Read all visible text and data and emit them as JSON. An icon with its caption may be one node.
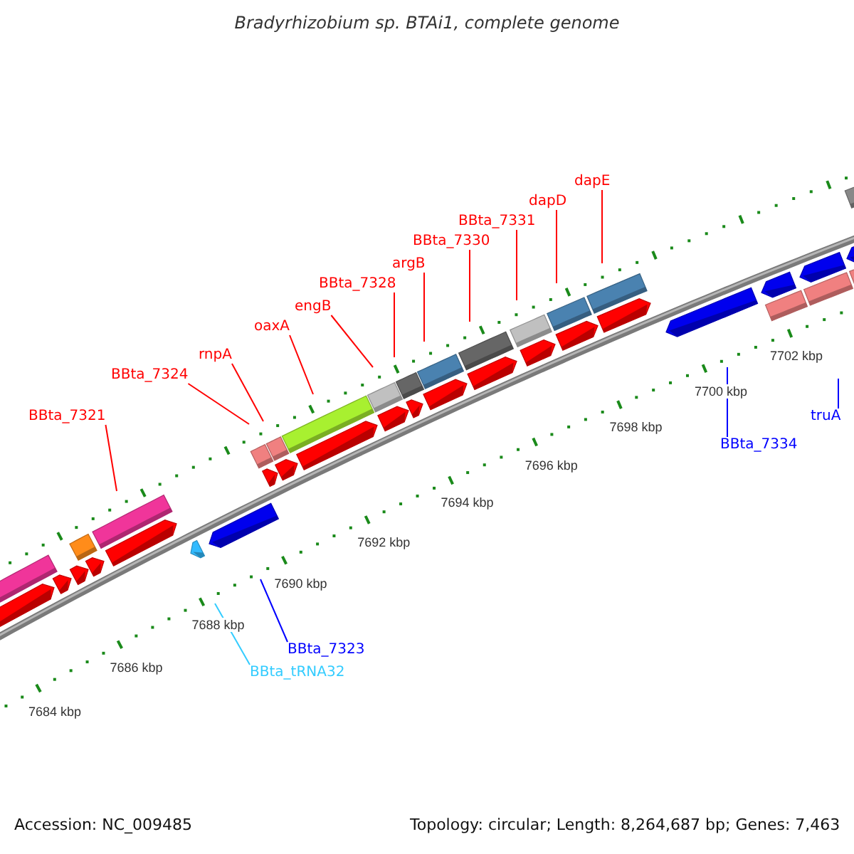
{
  "diagram": {
    "title": "Bradyrhizobium sp. BTAi1, complete genome",
    "nodes": [
      {
        "text": [
          "BBta_7321"
        ]
      },
      {
        "text": [
          "BBta_7324"
        ]
      },
      {
        "text": [
          "rnpA"
        ]
      },
      {
        "text": [
          "oaxA"
        ]
      },
      {
        "text": [
          "engB"
        ]
      },
      {
        "text": [
          "BBta_7328"
        ]
      },
      {
        "text": [
          "argB"
        ]
      },
      {
        "text": [
          "BBta_7330"
        ]
      },
      {
        "text": [
          "BBta_7331"
        ]
      },
      {
        "text": [
          "dapD"
        ]
      },
      {
        "text": [
          "dapE"
        ]
      },
      {
        "text": [
          "BBta_7323"
        ]
      },
      {
        "text": [
          "BBta_tRNA32"
        ]
      },
      {
        "text": [
          "BBta_7334"
        ]
      },
      {
        "text": [
          "truA"
        ]
      }
    ],
    "edges": [
      {
        "from": 0,
        "to": null,
        "arrow": "none"
      },
      {
        "from": 1,
        "to": null,
        "arrow": "none"
      },
      {
        "from": 2,
        "to": null,
        "arrow": "none"
      },
      {
        "from": 3,
        "to": null,
        "arrow": "none"
      },
      {
        "from": 4,
        "to": null,
        "arrow": "none"
      },
      {
        "from": 5,
        "to": null,
        "arrow": "none"
      },
      {
        "from": 6,
        "to": null,
        "arrow": "none"
      },
      {
        "from": 7,
        "to": null,
        "arrow": "none"
      },
      {
        "from": 8,
        "to": null,
        "arrow": "none"
      },
      {
        "from": 9,
        "to": null,
        "arrow": "none"
      },
      {
        "from": 10,
        "to": null,
        "arrow": "none"
      },
      {
        "from": 11,
        "to": null,
        "arrow": "none",
        "color": "#0000ff"
      },
      {
        "from": 12,
        "to": null,
        "arrow": "none",
        "color": "#33ccff"
      },
      {
        "from": 13,
        "to": null,
        "arrow": "none",
        "color": "#0000ff"
      },
      {
        "from": 14,
        "to": null,
        "arrow": "none",
        "color": "#0000ff"
      }
    ],
    "labels": [
      "7684 kbp",
      "7686 kbp",
      "7688 kbp",
      "7690 kbp",
      "7692 kbp",
      "7694 kbp",
      "7696 kbp",
      "7698 kbp",
      "7700 kbp",
      "7702 kbp",
      "Accession: NC_009485",
      "Topology: circular; Length: 8,264,687 bp; Genes: 7,463"
    ]
  }
}
